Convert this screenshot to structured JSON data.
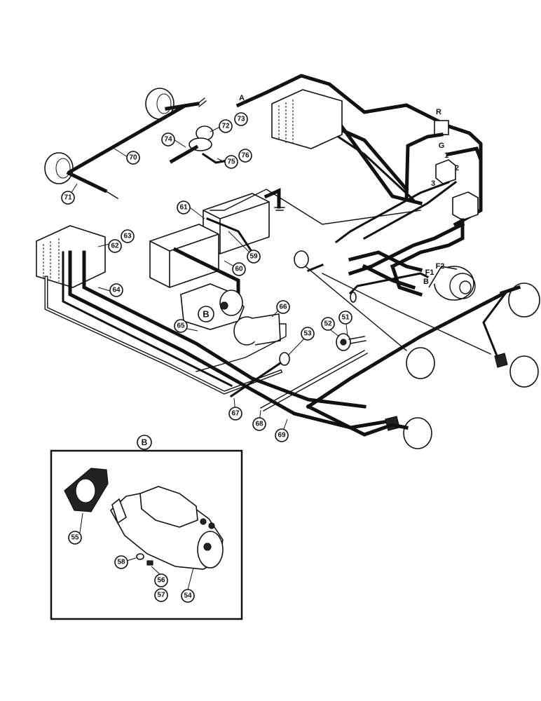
{
  "detail_view": {
    "label": "B"
  },
  "starter_detail_marker": "B",
  "wire_letters": {
    "A": "A",
    "R": "R",
    "G": "G",
    "one": "1",
    "two": "2",
    "three": "3",
    "F1": "F1",
    "F2": "F2",
    "B": "B"
  },
  "callouts": [
    {
      "id": "c51",
      "label": "51"
    },
    {
      "id": "c52",
      "label": "52"
    },
    {
      "id": "c53",
      "label": "53"
    },
    {
      "id": "c54",
      "label": "54"
    },
    {
      "id": "c55",
      "label": "55"
    },
    {
      "id": "c56",
      "label": "56"
    },
    {
      "id": "c57",
      "label": "57"
    },
    {
      "id": "c58",
      "label": "58"
    },
    {
      "id": "c59",
      "label": "59"
    },
    {
      "id": "c60",
      "label": "60"
    },
    {
      "id": "c61",
      "label": "61"
    },
    {
      "id": "c62",
      "label": "62"
    },
    {
      "id": "c63",
      "label": "63"
    },
    {
      "id": "c64",
      "label": "64"
    },
    {
      "id": "c65",
      "label": "65"
    },
    {
      "id": "c66",
      "label": "66"
    },
    {
      "id": "c67",
      "label": "67"
    },
    {
      "id": "c68",
      "label": "68"
    },
    {
      "id": "c69",
      "label": "69"
    },
    {
      "id": "c70",
      "label": "70"
    },
    {
      "id": "c71",
      "label": "71"
    },
    {
      "id": "c72",
      "label": "72"
    },
    {
      "id": "c73",
      "label": "73"
    },
    {
      "id": "c74",
      "label": "74"
    },
    {
      "id": "c75",
      "label": "75"
    },
    {
      "id": "c76",
      "label": "76"
    }
  ]
}
